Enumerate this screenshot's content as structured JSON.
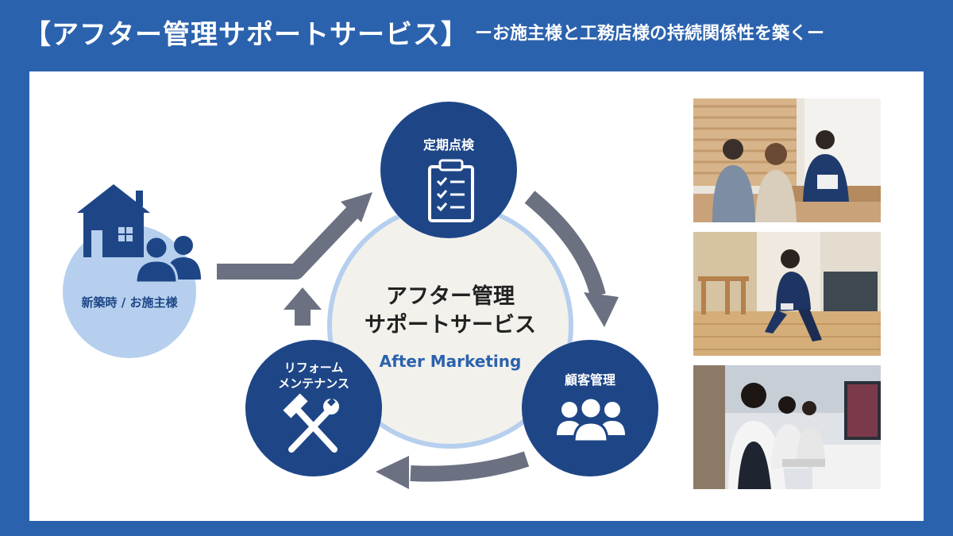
{
  "header": {
    "title": "【アフター管理サポートサービス】",
    "subtitle": "ーお施主様と工務店様の持続関係性を築くー"
  },
  "diagram": {
    "center": {
      "line1": "アフター管理",
      "line2": "サポートサービス",
      "english": "After Marketing"
    },
    "start_node": {
      "label": "新築時 / お施主様",
      "icon": "house-people-icon"
    },
    "nodes": {
      "inspection": {
        "label": "定期点検",
        "icon": "clipboard-icon"
      },
      "customer": {
        "label": "顧客管理",
        "icon": "people-icon"
      },
      "reform": {
        "label_line1": "リフォーム",
        "label_line2": "メンテナンス",
        "icon": "tools-icon"
      }
    }
  },
  "colors": {
    "header_bg": "#2b62ad",
    "node_blue": "#1e4687",
    "light_circle": "#b6cfee",
    "arrow_gray": "#6b7180",
    "center_bg": "#f2f1ec"
  }
}
